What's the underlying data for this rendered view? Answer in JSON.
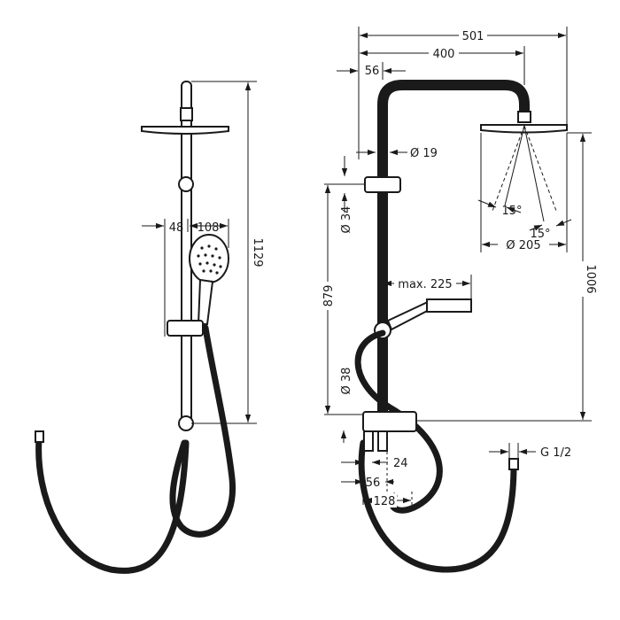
{
  "dimensions": {
    "total_width": "501",
    "arm_length": "400",
    "wall_offset": "56",
    "pipe_diameter": "Ø 19",
    "holder_diameter": "Ø 34",
    "head_spread_left": "15°",
    "head_spread_right": "15°",
    "head_diameter": "Ø 205",
    "total_height": "1006",
    "outlet_height": "879",
    "max_reach": "max. 225",
    "mixer_diameter": "Ø 38",
    "inlet_offset": "24",
    "inlet_spacing": "56",
    "connection_width": "128",
    "thread_size": "G 1/2",
    "side_offset": "48",
    "handshower_width": "108",
    "side_height": "1129"
  }
}
